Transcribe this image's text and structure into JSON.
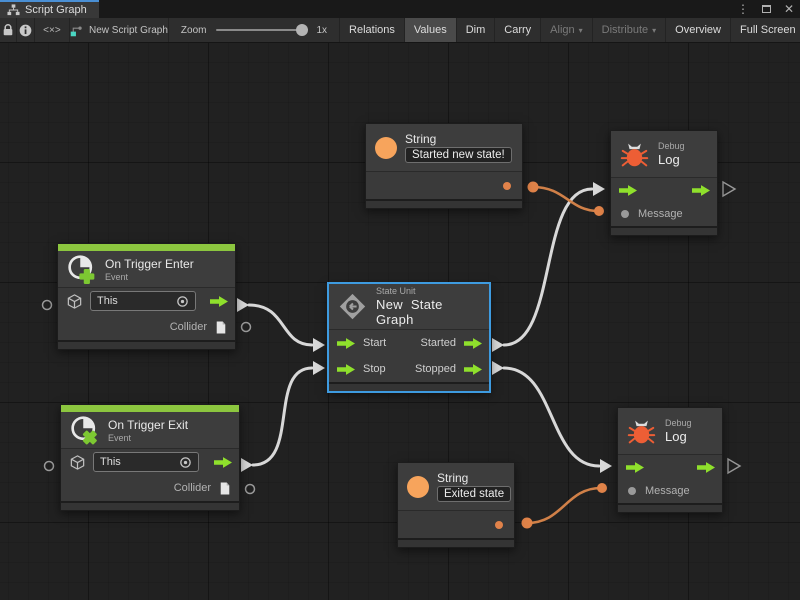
{
  "tab": {
    "title": "Script Graph"
  },
  "icons": {
    "menu_icon": "⋮",
    "close_icon": "✕",
    "code_icon": "<×>"
  },
  "toolbar": {
    "graph_name": "New Script Graph",
    "zoom_label": "Zoom",
    "zoom_value": "1x",
    "dropdown_caret": "▾",
    "buttons": [
      {
        "label": "Relations",
        "state": "normal"
      },
      {
        "label": "Values",
        "state": "active"
      },
      {
        "label": "Dim",
        "state": "normal"
      },
      {
        "label": "Carry",
        "state": "normal"
      },
      {
        "label": "Align",
        "state": "disabled"
      },
      {
        "label": "Distribute",
        "state": "disabled"
      },
      {
        "label": "Overview",
        "state": "normal"
      },
      {
        "label": "Full Screen",
        "state": "normal"
      }
    ]
  },
  "nodes": {
    "string_top": {
      "title": "String",
      "value": "Started new state!"
    },
    "string_bottom": {
      "title": "String",
      "value": "Exited state"
    },
    "debug_top": {
      "kind": "Debug",
      "title": "Log",
      "input_label": "Message"
    },
    "debug_bottom": {
      "kind": "Debug",
      "title": "Log",
      "input_label": "Message"
    },
    "trigger_enter": {
      "title": "On Trigger Enter",
      "subtitle": "Event",
      "target_value": "This",
      "output_label": "Collider"
    },
    "trigger_exit": {
      "title": "On Trigger Exit",
      "subtitle": "Event",
      "target_value": "This",
      "output_label": "Collider"
    },
    "state_unit": {
      "kind": "State Unit",
      "title": "New State Graph",
      "in_ports": [
        "Start",
        "Stop"
      ],
      "out_ports": [
        "Started",
        "Stopped"
      ]
    }
  },
  "colors": {
    "selection": "#3e9be0",
    "event_strip": "#8cc63f",
    "flow_green": "#8fe02c",
    "literal_orange": "#f7a45c",
    "wire_orange": "#d08048",
    "wire_white": "#d8d8d8",
    "bug_red": "#ed5e35"
  }
}
